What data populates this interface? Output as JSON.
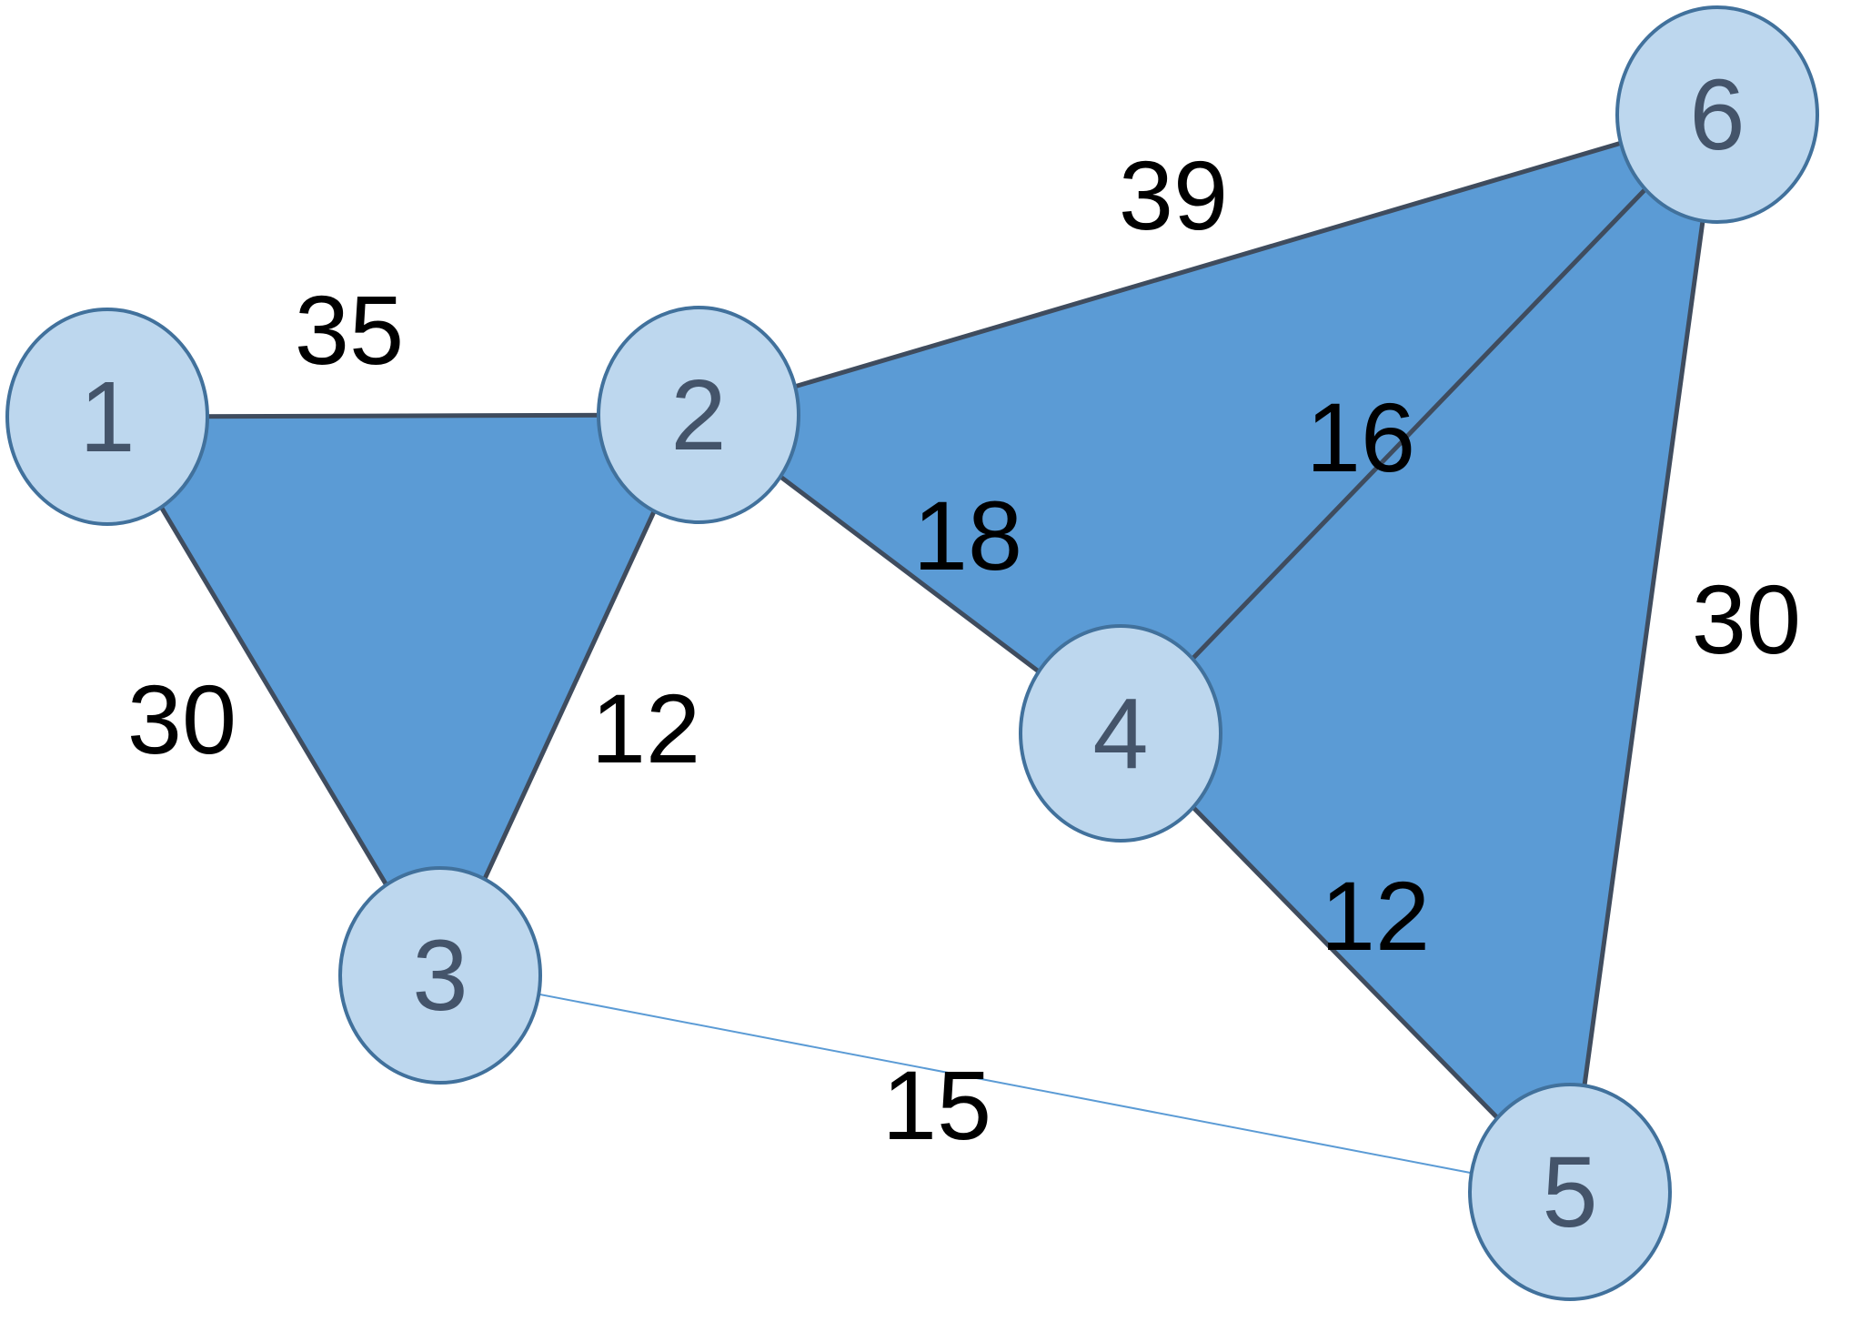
{
  "colors": {
    "face_fill": "#5b9bd5",
    "edge_stroke": "#3f4c5e",
    "thin_edge_stroke": "#5b9bd5",
    "node_fill": "#bdd7ee",
    "node_stroke": "#41719c",
    "node_text": "#44546a",
    "label_text": "#000000"
  },
  "nodes": [
    {
      "id": "1",
      "label": "1"
    },
    {
      "id": "2",
      "label": "2"
    },
    {
      "id": "3",
      "label": "3"
    },
    {
      "id": "4",
      "label": "4"
    },
    {
      "id": "5",
      "label": "5"
    },
    {
      "id": "6",
      "label": "6"
    }
  ],
  "filled_faces": [
    [
      "1",
      "2",
      "3"
    ],
    [
      "2",
      "6",
      "4"
    ],
    [
      "4",
      "6",
      "5"
    ]
  ],
  "edges": [
    {
      "from": "1",
      "to": "2",
      "weight": "35",
      "style": "thick"
    },
    {
      "from": "1",
      "to": "3",
      "weight": "30",
      "style": "thick"
    },
    {
      "from": "2",
      "to": "3",
      "weight": "12",
      "style": "thick"
    },
    {
      "from": "2",
      "to": "6",
      "weight": "39",
      "style": "thick"
    },
    {
      "from": "2",
      "to": "4",
      "weight": "18",
      "style": "thick"
    },
    {
      "from": "4",
      "to": "6",
      "weight": "16",
      "style": "thick"
    },
    {
      "from": "6",
      "to": "5",
      "weight": "30",
      "style": "thick"
    },
    {
      "from": "4",
      "to": "5",
      "weight": "12",
      "style": "thick"
    },
    {
      "from": "3",
      "to": "5",
      "weight": "15",
      "style": "thin"
    }
  ]
}
